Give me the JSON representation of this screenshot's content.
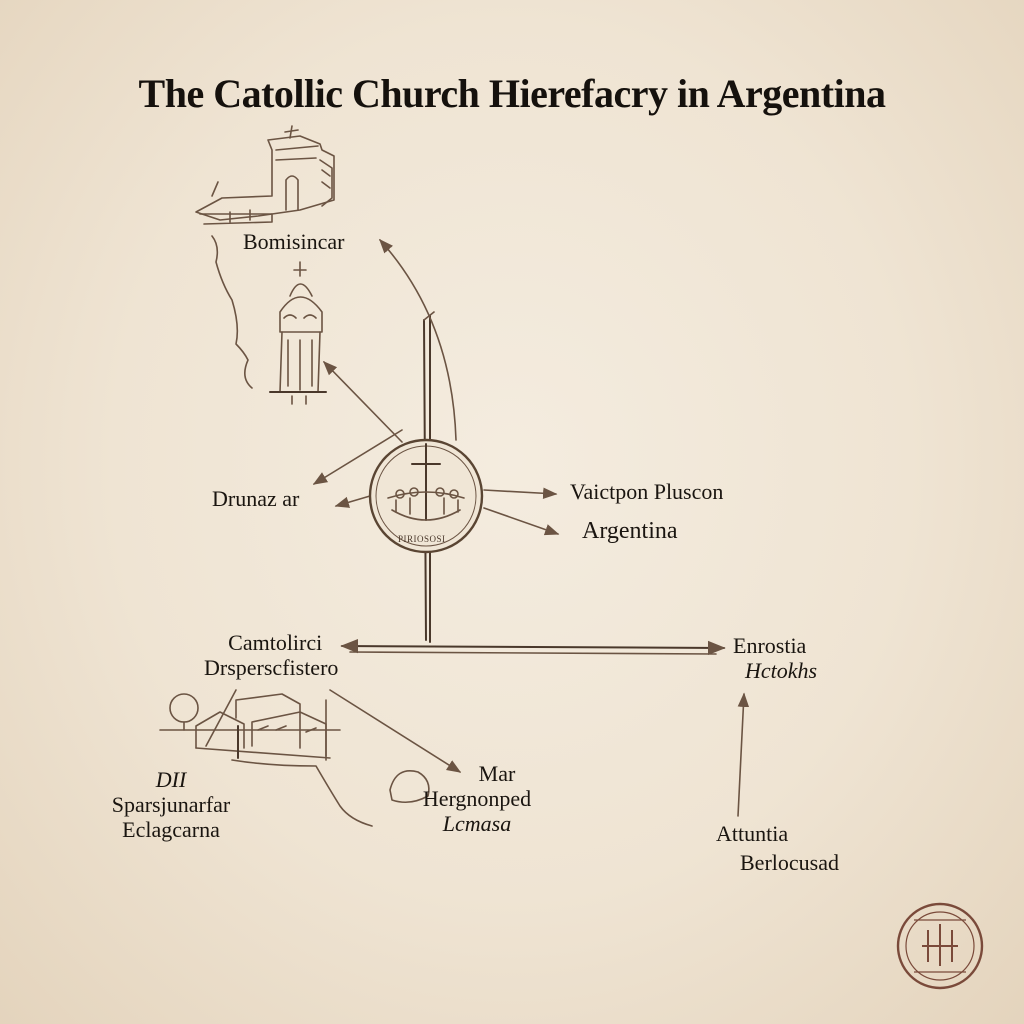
{
  "title": "The Catollic Church Hierefacry in Argentina",
  "colors": {
    "paper": "#efe4d3",
    "ink": "#6b5443",
    "text": "#1a1510"
  },
  "nodes": [
    {
      "id": "bomisincar",
      "lines": [
        "Bomisincar"
      ]
    },
    {
      "id": "drunazar",
      "lines": [
        "Drunaz ar"
      ]
    },
    {
      "id": "vaictpon",
      "lines": [
        "Vaictpon Pluscon"
      ]
    },
    {
      "id": "argentina",
      "lines": [
        "Argentina"
      ]
    },
    {
      "id": "camtolirci",
      "lines": [
        "Camtolirci",
        "Drsperscfistero"
      ]
    },
    {
      "id": "enrostia",
      "lines": [
        "Enrostia",
        "Hctokhs"
      ]
    },
    {
      "id": "dii",
      "lines": [
        "DII",
        "Sparsjunarfar",
        "Eclagcarna"
      ]
    },
    {
      "id": "mar",
      "lines": [
        "Mar",
        "Hergnonped",
        "Lcmasa"
      ]
    },
    {
      "id": "attuntia",
      "lines": [
        "Attuntia",
        "Berlocusad"
      ]
    }
  ],
  "medallion": {
    "caption": "PIRIOSOSI",
    "icon": "cross-icon"
  },
  "stamp": {
    "icon": "seal-stamp-icon"
  },
  "illustrations": [
    "church-tower-icon",
    "bell-tower-icon",
    "village-icon",
    "tree-icon"
  ]
}
